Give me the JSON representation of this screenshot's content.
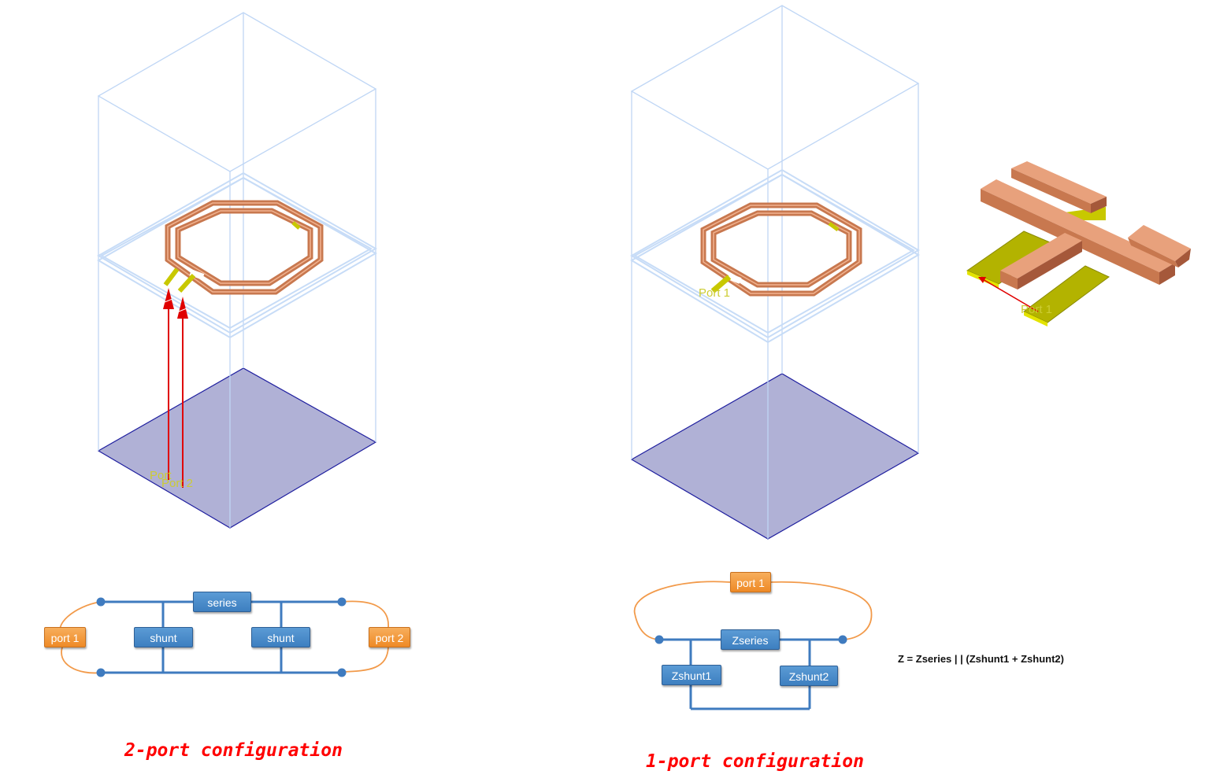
{
  "colors": {
    "box_line": "#bfd6f5",
    "ground_fill": "#b0b1d6",
    "ground_edge": "#1f1f9f",
    "copper": "#c8784f",
    "copper_light": "#f2b390",
    "pad_yellow": "#c8c800",
    "port_line": "#e00000",
    "port_label": "#cccc33",
    "wire": "#3f7bbf",
    "loop": "#f29a4a",
    "caption": "#ff0000"
  },
  "left_model": {
    "port_label_1": "Port",
    "port_label_2": "Port 2"
  },
  "right_model": {
    "port_label": "Port 1"
  },
  "inset": {
    "port_label": "Port 1"
  },
  "two_port_circuit": {
    "series_label": "series",
    "shunt1_label": "shunt",
    "shunt2_label": "shunt",
    "port1_label": "port 1",
    "port2_label": "port 2"
  },
  "one_port_circuit": {
    "port_label": "port 1",
    "zseries_label": "Zseries",
    "zshunt1_label": "Zshunt1",
    "zshunt2_label": "Zshunt2",
    "formula": "Z = Zseries | | (Zshunt1 + Zshunt2)"
  },
  "captions": {
    "two_port": "2-port configuration",
    "one_port": "1-port configuration"
  }
}
